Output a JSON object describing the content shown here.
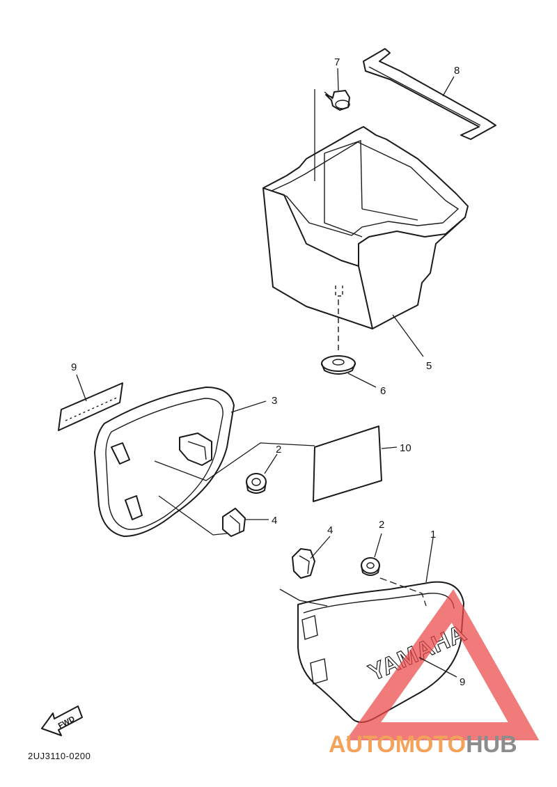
{
  "callouts": {
    "p1": "1",
    "p2a": "2",
    "p2b": "2",
    "p3": "3",
    "p4a": "4",
    "p4b": "4",
    "p5": "5",
    "p6": "6",
    "p7": "7",
    "p8": "8",
    "p9a": "9",
    "p9b": "9",
    "p10": "10"
  },
  "cover_emblem": "YAMAHA",
  "fwd_arrow_text": "FWD",
  "diagram_code": "2UJ3110-0200",
  "watermark": {
    "part1": "AUTOMOTO",
    "part2": "HUB",
    "color1": "#f4a259",
    "color2": "#8c8c8c",
    "triangle_color": "#ec4646"
  }
}
